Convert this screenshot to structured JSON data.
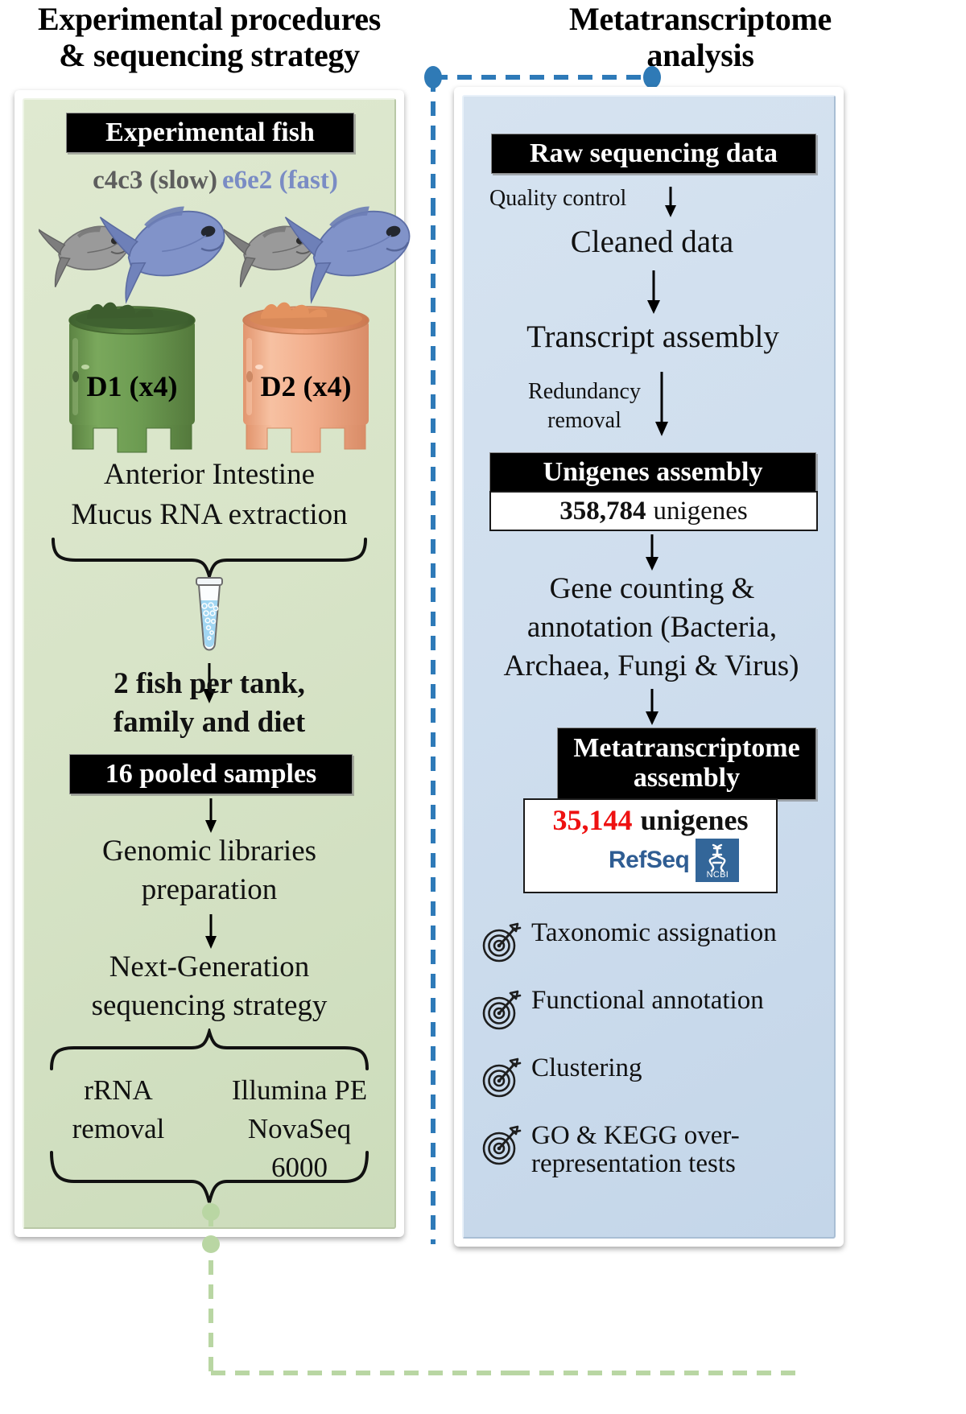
{
  "columns": {
    "left": {
      "title": "Experimental procedures\n& sequencing strategy"
    },
    "right": {
      "title": "Metatranscriptome\nanalysis"
    }
  },
  "left_panel": {
    "header_chip": "Experimental fish",
    "family_slow": "c4c3 (slow)",
    "family_fast": "e6e2 (fast)",
    "tank_d1_label": "D1 (x4)",
    "tank_d2_label": "D2 (x4)",
    "extraction_line1": "Anterior Intestine",
    "extraction_line2": "Mucus RNA extraction",
    "pooling_line1": "2 fish per tank,",
    "pooling_line2": "family and diet",
    "pooled_chip": "16 pooled samples",
    "libraries_line1": "Genomic libraries",
    "libraries_line2": "preparation",
    "ngs_line1": "Next-Generation",
    "ngs_line2": "sequencing strategy",
    "method_left_line1": "rRNA",
    "method_left_line2": "removal",
    "method_right_line1": "Illumina PE",
    "method_right_line2": "NovaSeq",
    "method_right_line3": "6000"
  },
  "right_panel": {
    "raw_chip": "Raw sequencing data",
    "qc_label": "Quality control",
    "cleaned_data": "Cleaned data",
    "transcript_assembly": "Transcript assembly",
    "redundancy_line1": "Redundancy",
    "redundancy_line2": "removal",
    "unigenes_chip": "Unigenes assembly",
    "unigenes_count": "358,784",
    "unigenes_unit": "unigenes",
    "gene_counting_line1": "Gene counting &",
    "gene_counting_line2": "annotation (Bacteria,",
    "gene_counting_line3": "Archaea, Fungi & Virus)",
    "meta_chip_line1": "Metatranscriptome",
    "meta_chip_line2": "assembly",
    "meta_count": "35,144",
    "meta_count_color": "#ee1111",
    "meta_unit": "unigenes",
    "refseq_label": "RefSeq",
    "ncbi_label": "NCBI",
    "outputs": [
      {
        "label": "Taxonomic assignation"
      },
      {
        "label": "Functional annotation"
      },
      {
        "label": "Clustering"
      },
      {
        "label": "GO & KEGG over-\nrepresentation tests"
      }
    ]
  },
  "colors": {
    "panel_green": "#d8e4c8",
    "panel_blue": "#cfdeee",
    "connector_blue": "#2e7ab8",
    "connector_green": "#b9d6a3",
    "fish_slow": "#8a8a8a",
    "fish_fast": "#7a8cc4",
    "tank_d1": "#6f9a52",
    "tank_d2": "#f0a883",
    "highlight_red": "#ee1111",
    "refseq_blue": "#2f5d93",
    "ncbi_blue": "#336699"
  }
}
